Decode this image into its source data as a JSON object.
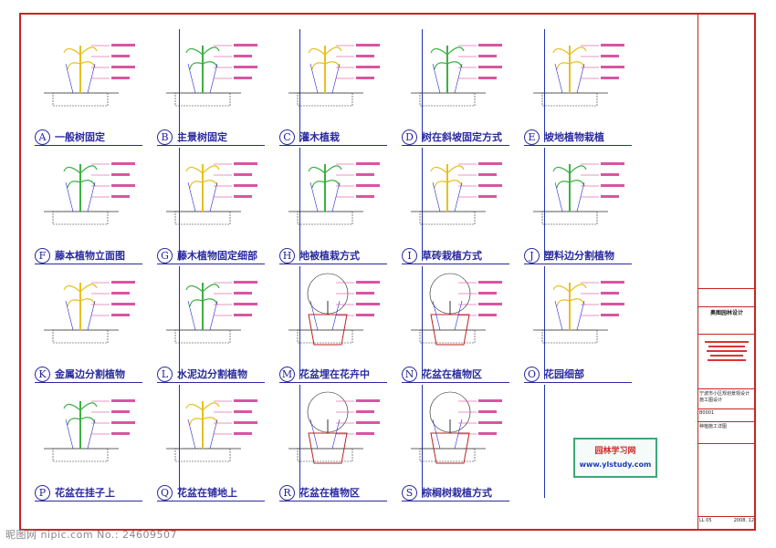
{
  "details": [
    {
      "letter": "A",
      "title": "一般树固定"
    },
    {
      "letter": "B",
      "title": "主景树固定"
    },
    {
      "letter": "C",
      "title": "灌木植栽"
    },
    {
      "letter": "D",
      "title": "树在斜坡固定方式"
    },
    {
      "letter": "E",
      "title": "坡地植物栽植"
    },
    {
      "letter": "F",
      "title": "藤本植物立面图"
    },
    {
      "letter": "G",
      "title": "藤木植物固定细部"
    },
    {
      "letter": "H",
      "title": "地被植栽方式"
    },
    {
      "letter": "I",
      "title": "草砖栽植方式"
    },
    {
      "letter": "J",
      "title": "塑料边分割植物"
    },
    {
      "letter": "K",
      "title": "金属边分割植物"
    },
    {
      "letter": "L",
      "title": "水泥边分割植物"
    },
    {
      "letter": "M",
      "title": "花盆埋在花卉中"
    },
    {
      "letter": "N",
      "title": "花盆在植物区"
    },
    {
      "letter": "O",
      "title": "花园细部"
    },
    {
      "letter": "P",
      "title": "花盆在挂子上"
    },
    {
      "letter": "Q",
      "title": "花盆在铺地上"
    },
    {
      "letter": "R",
      "title": "花盆在植物区"
    },
    {
      "letter": "S",
      "title": "棕榈树栽植方式"
    }
  ],
  "title_block": {
    "designer": "奥图园林设计",
    "project": "宁波市小区规划景观设计 施工图设计",
    "drawing_no": "B0001",
    "drawing_name": "种植施工详图",
    "scale": "LL 05",
    "date": "2008. 12"
  },
  "logo": {
    "line1": "园林学习网",
    "line2": "www.ylstudy.com"
  },
  "watermark": "昵图网 nipic.com  No.: 24609507"
}
